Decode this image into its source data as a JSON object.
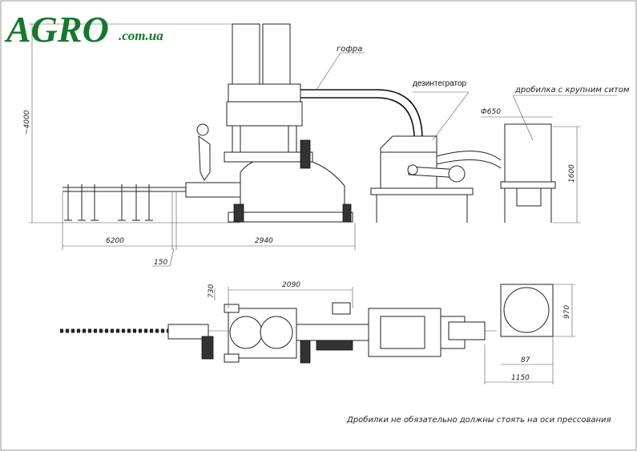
{
  "logo": {
    "main": "AGRO",
    "domain": ".com.ua",
    "color": "#137a2b"
  },
  "labels": {
    "corrugated_pipe": "гофра",
    "disintegrator": "дезинтегратор",
    "crusher": "дробилка с крупним ситом",
    "note": "Дробилки не обязательно должны стоять на оси прессования"
  },
  "dimensions": {
    "height_total": "~4000",
    "crusher_diameter": "Ф650",
    "crusher_height": "1600",
    "rack_length": "6200",
    "press_length": "2940",
    "offset": "150",
    "plan_width": "730",
    "plan_length": "2090",
    "crusher_plan_width": "970",
    "crusher_offset": "87",
    "crusher_plan_length": "1150"
  }
}
